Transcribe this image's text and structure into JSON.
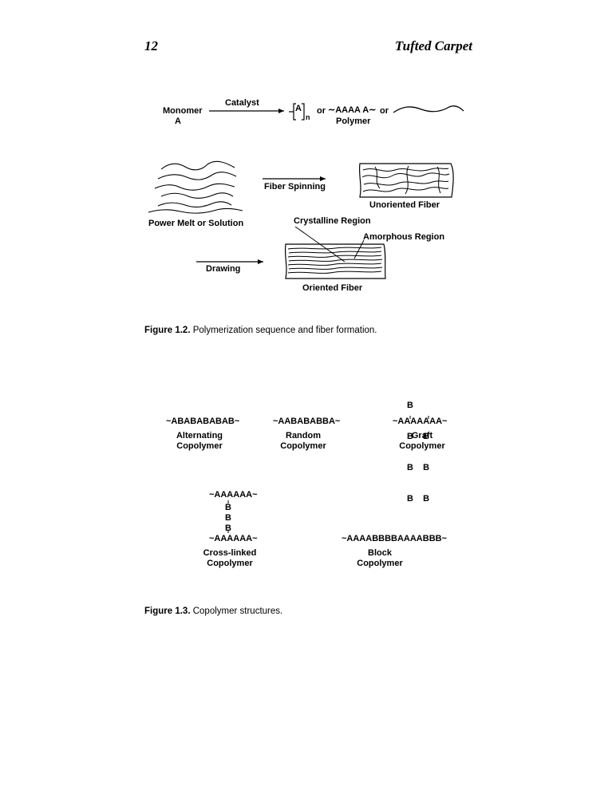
{
  "header": {
    "page_number": "12",
    "running_title": "Tufted Carpet"
  },
  "figure_1_2": {
    "catalyst": "Catalyst",
    "monomer": "Monomer",
    "monomer_symbol": "A",
    "repeat_unit": "A",
    "repeat_subscript": "n",
    "or_1": "or",
    "chain": "∼AAAA A∼",
    "or_2": "or",
    "polymer": "Polymer",
    "fiber_spinning": "Fiber Spinning",
    "unoriented_fiber": "Unoriented   Fiber",
    "power_melt": "Power Melt or Solution",
    "crystalline_region": "Crystalline  Region",
    "amorphous_region": "Amorphous  Region",
    "drawing": "Drawing",
    "oriented_fiber": "Oriented    Fiber",
    "caption_label": "Figure 1.2.",
    "caption_text": " Polymerization sequence and fiber formation."
  },
  "figure_1_3": {
    "alternating_chain": "~ABABABABAB~",
    "alternating_name": [
      "Alternating",
      "Copolymer"
    ],
    "random_chain": "~AABABABBA~",
    "random_name": [
      "Random",
      "Copolymer"
    ],
    "graft_branch": [
      "B",
      "B    B",
      "B    B",
      "B    B"
    ],
    "graft_chain": "~AAAAAAA~",
    "graft_name": [
      "Graft",
      "Copolymer"
    ],
    "crosslink_top": "~AAAAAA~",
    "crosslink_b": [
      "B",
      "B",
      "B"
    ],
    "crosslink_bottom": "~AAAAAA~",
    "crosslink_name": [
      "Cross-linked",
      "Copolymer"
    ],
    "block_chain": "~AAAABBBBAAAABBB~",
    "block_name": [
      "Block",
      "Copolymer"
    ],
    "caption_label": "Figure 1.3.",
    "caption_text": " Copolymer structures."
  }
}
